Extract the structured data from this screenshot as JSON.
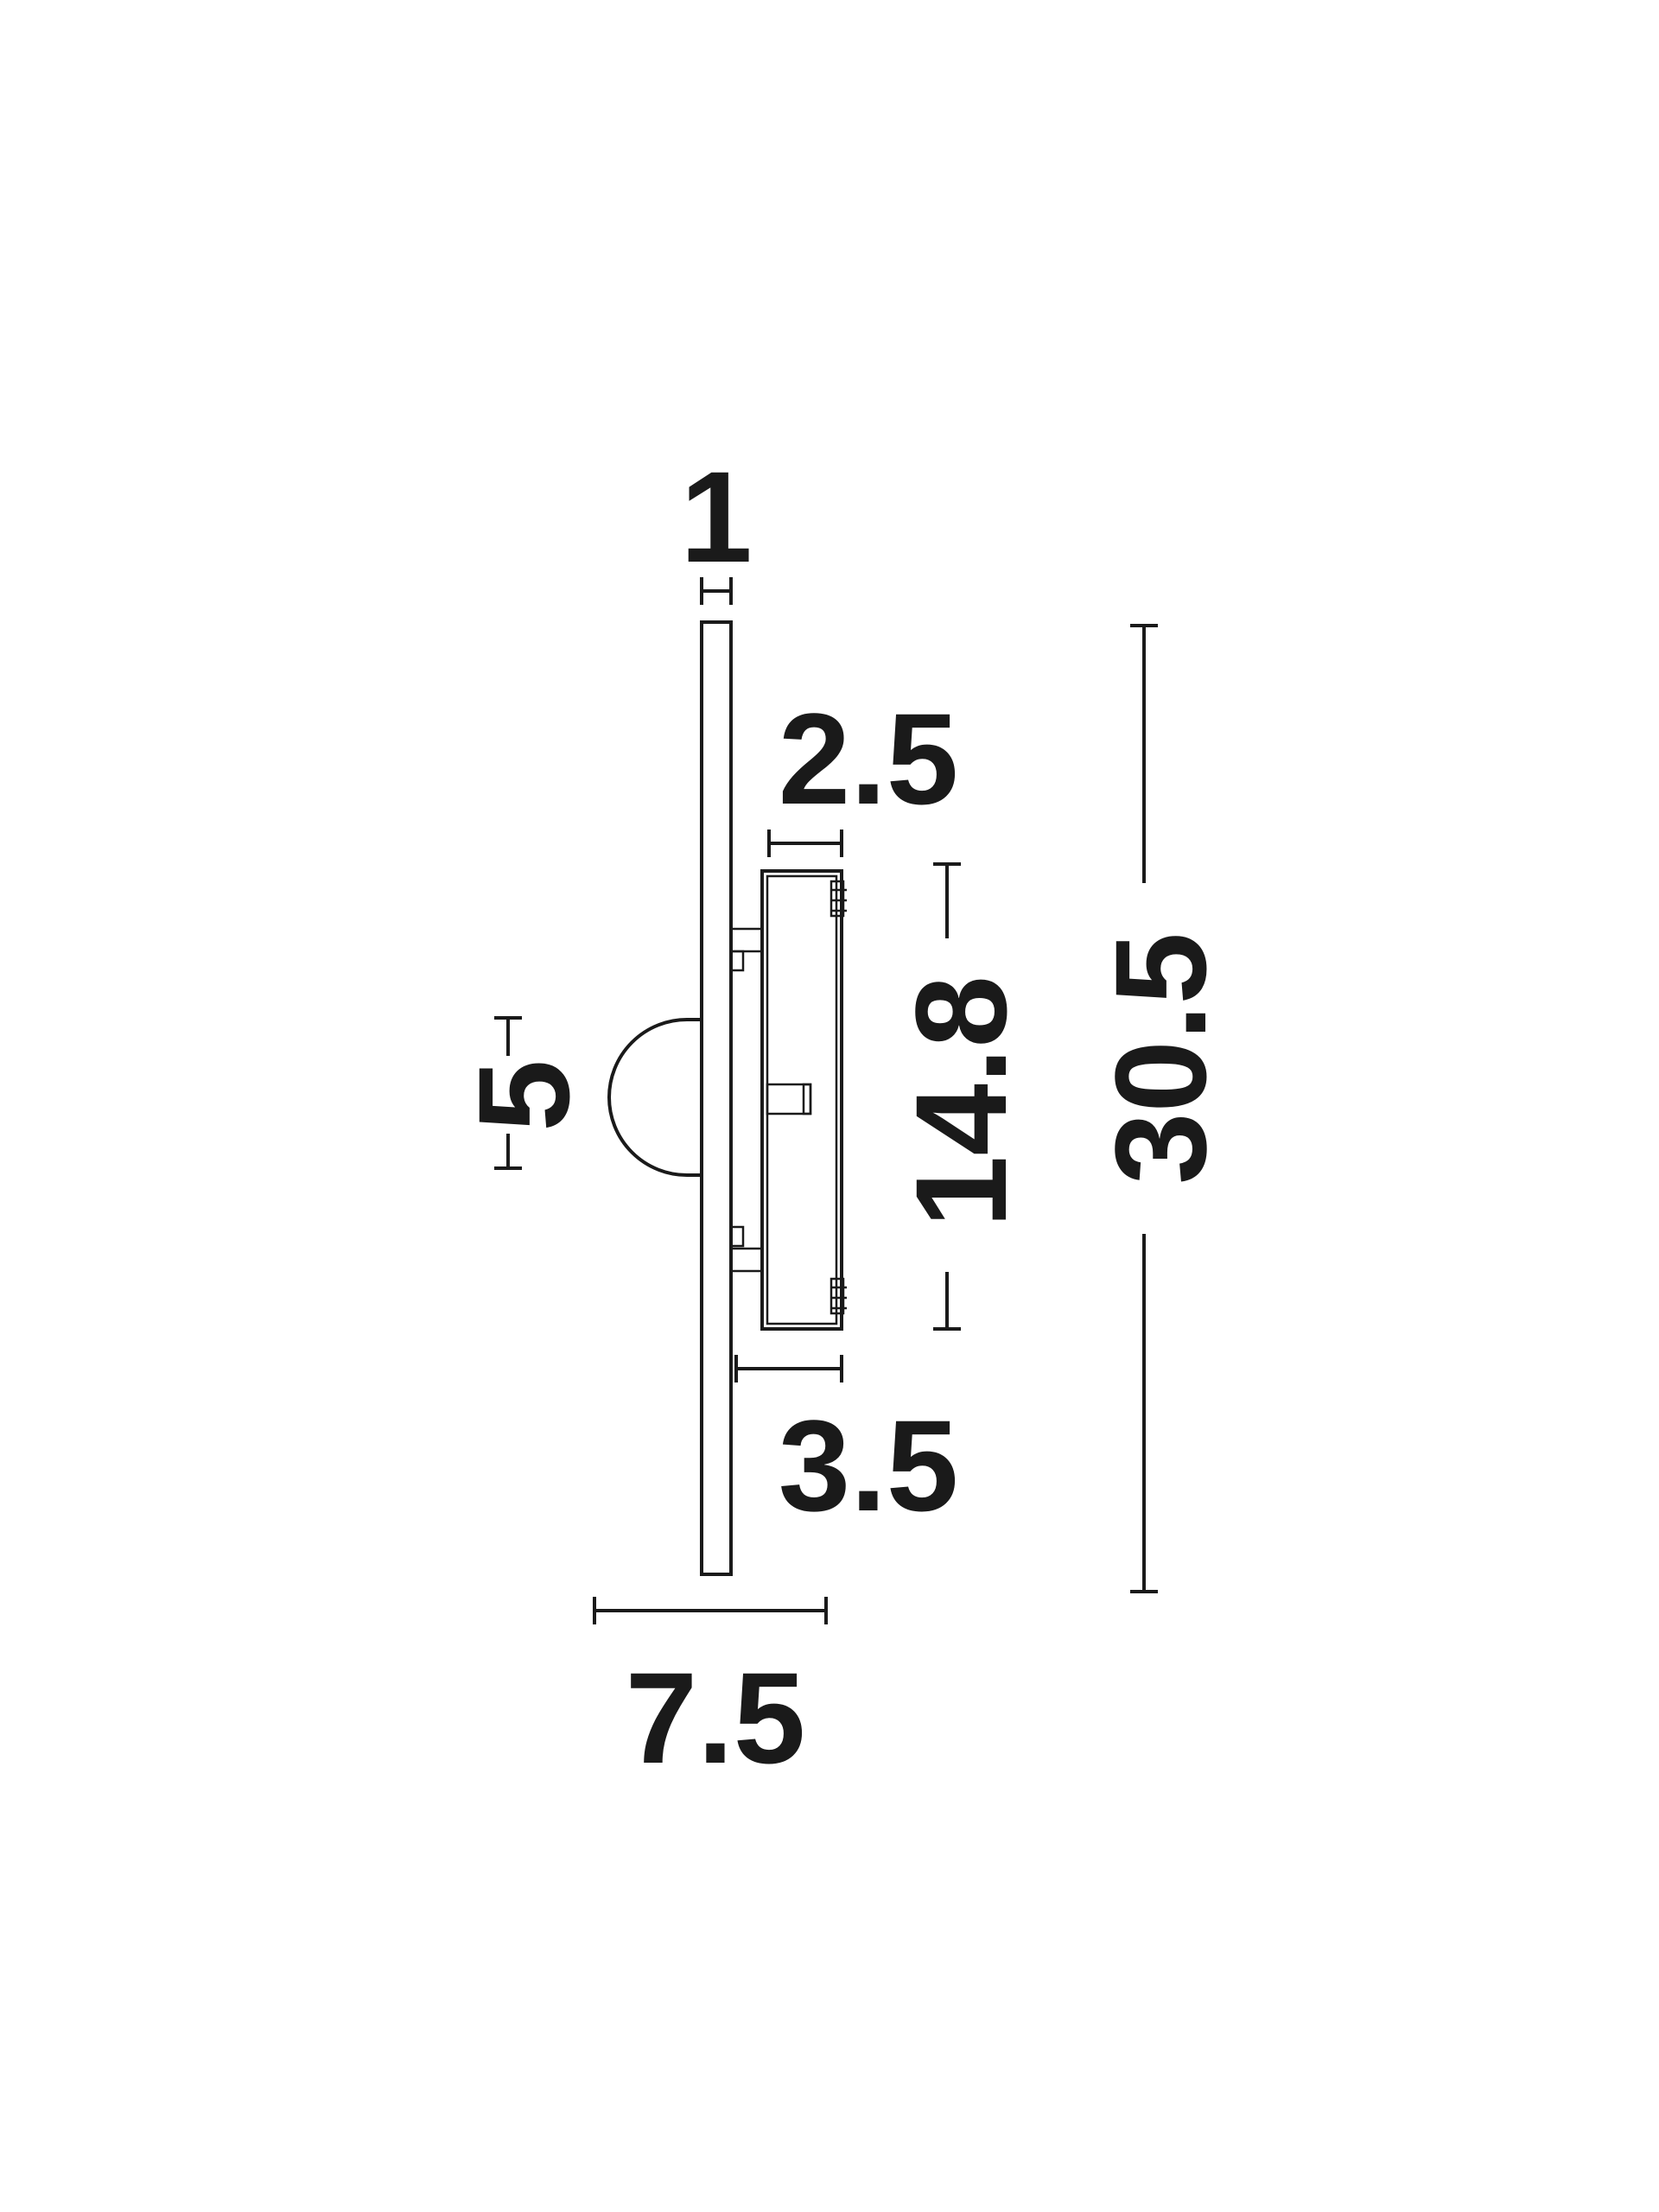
{
  "drawing": {
    "line_color": "#1a1a1a",
    "background": "#ffffff",
    "dimensions": {
      "plate_thickness": "1",
      "arm_depth": "2.5",
      "dome_height": "5",
      "body_height": "14.8",
      "total_height": "30.5",
      "body_depth": "3.5",
      "total_depth": "7.5"
    }
  }
}
